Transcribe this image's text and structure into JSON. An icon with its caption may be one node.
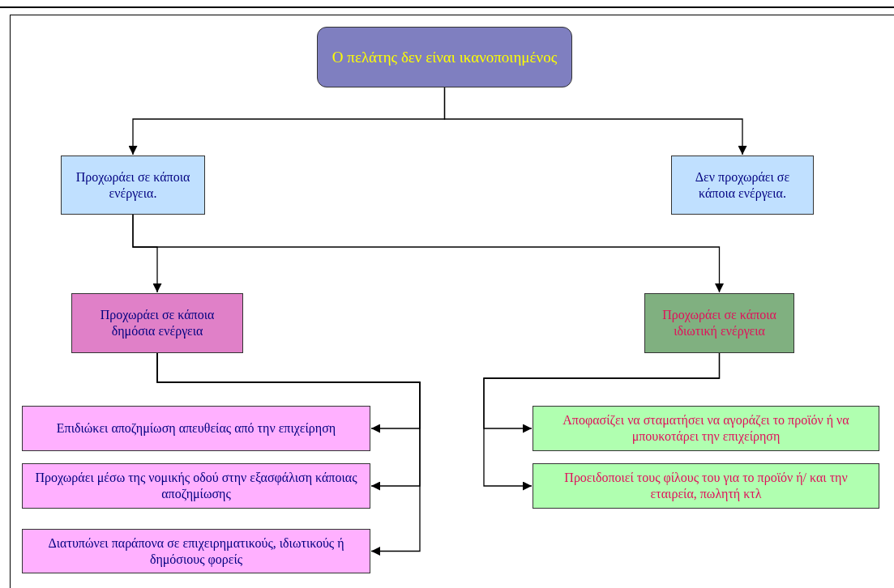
{
  "diagram": {
    "nodes": [
      {
        "text": [
          "Ο πελάτης δεν είναι ικανοποιημένος"
        ]
      },
      {
        "text": [
          "Προχωράει σε κάποια ενέργεια."
        ]
      },
      {
        "text": [
          "Δεν προχωράει σε κάποια ενέργεια."
        ]
      },
      {
        "text": [
          "Προχωράει σε κάποια δημόσια ενέργεια"
        ]
      },
      {
        "text": [
          "Προχωράει σε κάποια ιδιωτική ενέργεια"
        ]
      },
      {
        "text": [
          "Επιδιώκει αποζημίωση απευθείας από την επιχείρηση"
        ]
      },
      {
        "text": [
          "Προχωράει μέσω της νομικής οδού στην εξασφάλιση κάποιας αποζημίωσης"
        ]
      },
      {
        "text": [
          "Διατυπώνει παράπονα σε επιχειρηματικούς, ιδιωτικούς ή δημόσιους φορείς"
        ]
      },
      {
        "text": [
          "Αποφασίζει να σταματήσει να αγοράζει το προϊόν ή να μπουκοτάρει την επιχείρηση"
        ]
      },
      {
        "text": [
          "Προειδοποιεί τους φίλους του για το προϊόν ή/ και την εταιρεία, πωλητή κτλ"
        ]
      }
    ],
    "edges": [
      {
        "from": 0,
        "to": 1,
        "arrow": "to"
      },
      {
        "from": 0,
        "to": 2,
        "arrow": "to"
      },
      {
        "from": 1,
        "to": 3,
        "arrow": "to"
      },
      {
        "from": 1,
        "to": 4,
        "arrow": "to"
      },
      {
        "from": 3,
        "to": 5,
        "arrow": "to"
      },
      {
        "from": 3,
        "to": 6,
        "arrow": "to"
      },
      {
        "from": 3,
        "to": 7,
        "arrow": "to"
      },
      {
        "from": 4,
        "to": 8,
        "arrow": "to"
      },
      {
        "from": 4,
        "to": 9,
        "arrow": "to"
      }
    ]
  }
}
